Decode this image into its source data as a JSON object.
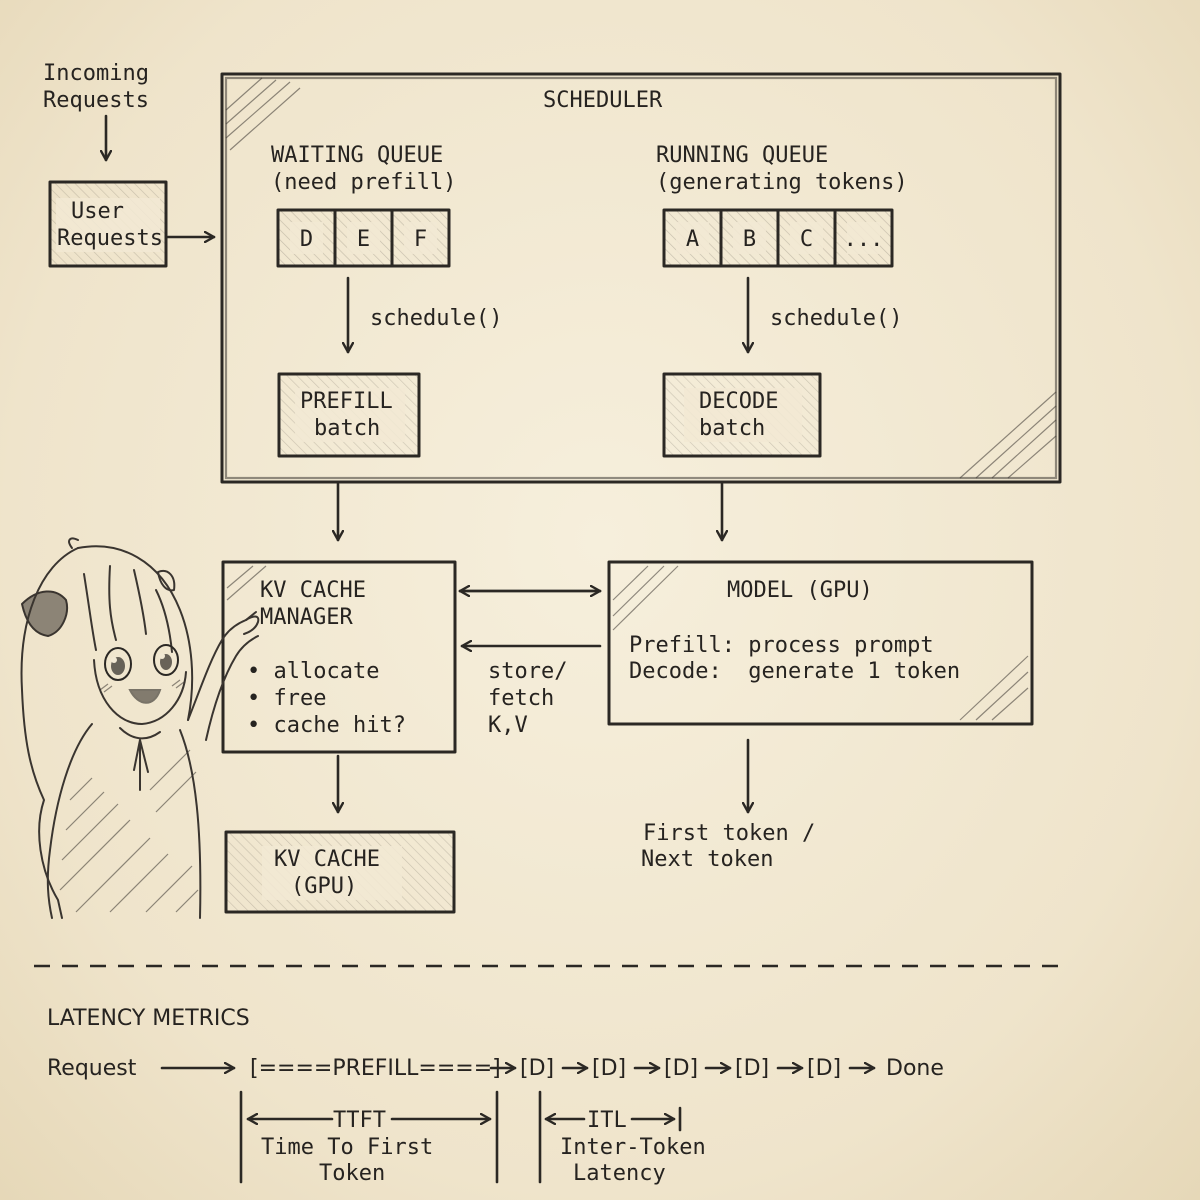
{
  "incoming": {
    "line1": "Incoming",
    "line2": "Requests"
  },
  "user_requests": {
    "line1": "User",
    "line2": "Requests"
  },
  "scheduler": {
    "title": "SCHEDULER",
    "waiting": {
      "title": "WAITING QUEUE",
      "subtitle": "(need prefill)",
      "cells": [
        "D",
        "E",
        "F"
      ]
    },
    "running": {
      "title": "RUNNING QUEUE",
      "subtitle": "(generating tokens)",
      "cells": [
        "A",
        "B",
        "C",
        "..."
      ]
    },
    "schedule_label": "schedule()",
    "prefill": {
      "line1": "PREFILL",
      "line2": "batch"
    },
    "decode": {
      "line1": "DECODE",
      "line2": "batch"
    }
  },
  "kv_manager": {
    "title1": "KV CACHE",
    "title2": "MANAGER",
    "items": [
      "• allocate",
      "• free",
      "• cache hit?"
    ]
  },
  "store_fetch": {
    "line1": "store/",
    "line2": "fetch",
    "line3": "K,V"
  },
  "model": {
    "title": "MODEL (GPU)",
    "line1": "Prefill: process prompt",
    "line2": "Decode:  generate 1 token"
  },
  "kv_cache": {
    "line1": "KV CACHE",
    "line2": "(GPU)"
  },
  "output": {
    "line1": "First token /",
    "line2": "Next token"
  },
  "latency": {
    "title": "LATENCY METRICS",
    "request": "Request",
    "prefill": "[====PREFILL====]",
    "decode_token": "[D]",
    "done": "Done",
    "ttft_label": "TTFT",
    "ttft_desc1": "Time To First",
    "ttft_desc2": "Token",
    "itl_label": "ITL",
    "itl_desc1": "Inter-Token",
    "itl_desc2": "Latency"
  }
}
